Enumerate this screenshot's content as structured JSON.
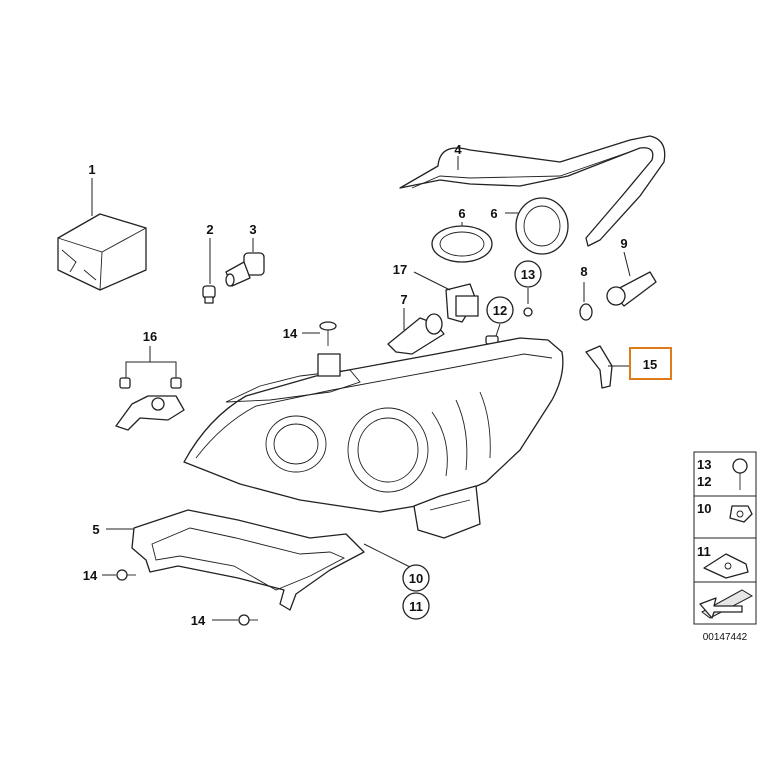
{
  "callouts": {
    "c1": "1",
    "c2": "2",
    "c3": "3",
    "c4": "4",
    "c5": "5",
    "c6a": "6",
    "c6b": "6",
    "c7": "7",
    "c8": "8",
    "c9": "9",
    "c10": "10",
    "c11": "11",
    "c12": "12",
    "c13": "13",
    "c14a": "14",
    "c14b": "14",
    "c14c": "14",
    "c15": "15",
    "c16": "16",
    "c17": "17"
  },
  "highlight_color": "#e07b1a",
  "legend": {
    "row1_top": "13",
    "row1_bottom": "12",
    "row2": "10",
    "row3": "11"
  },
  "doc_number": "00147442"
}
